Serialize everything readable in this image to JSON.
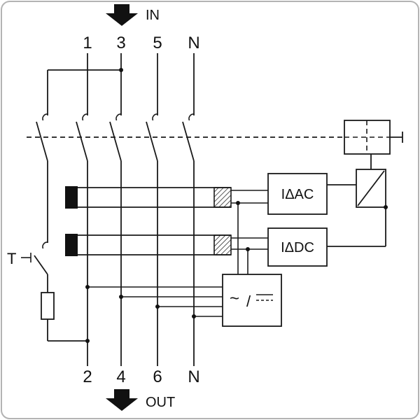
{
  "labels": {
    "in": "IN",
    "out": "OUT",
    "test_button": "T",
    "ac_unit": "IΔAC",
    "dc_unit": "IΔDC",
    "electronics_tilde": "~",
    "electronics_slash": "/"
  },
  "top_terminals": [
    "1",
    "3",
    "5",
    "N"
  ],
  "bottom_terminals": [
    "2",
    "4",
    "6",
    "N"
  ],
  "colors": {
    "line": "#1a1a1a",
    "background": "#ffffff",
    "border": "#b3b3b3"
  }
}
